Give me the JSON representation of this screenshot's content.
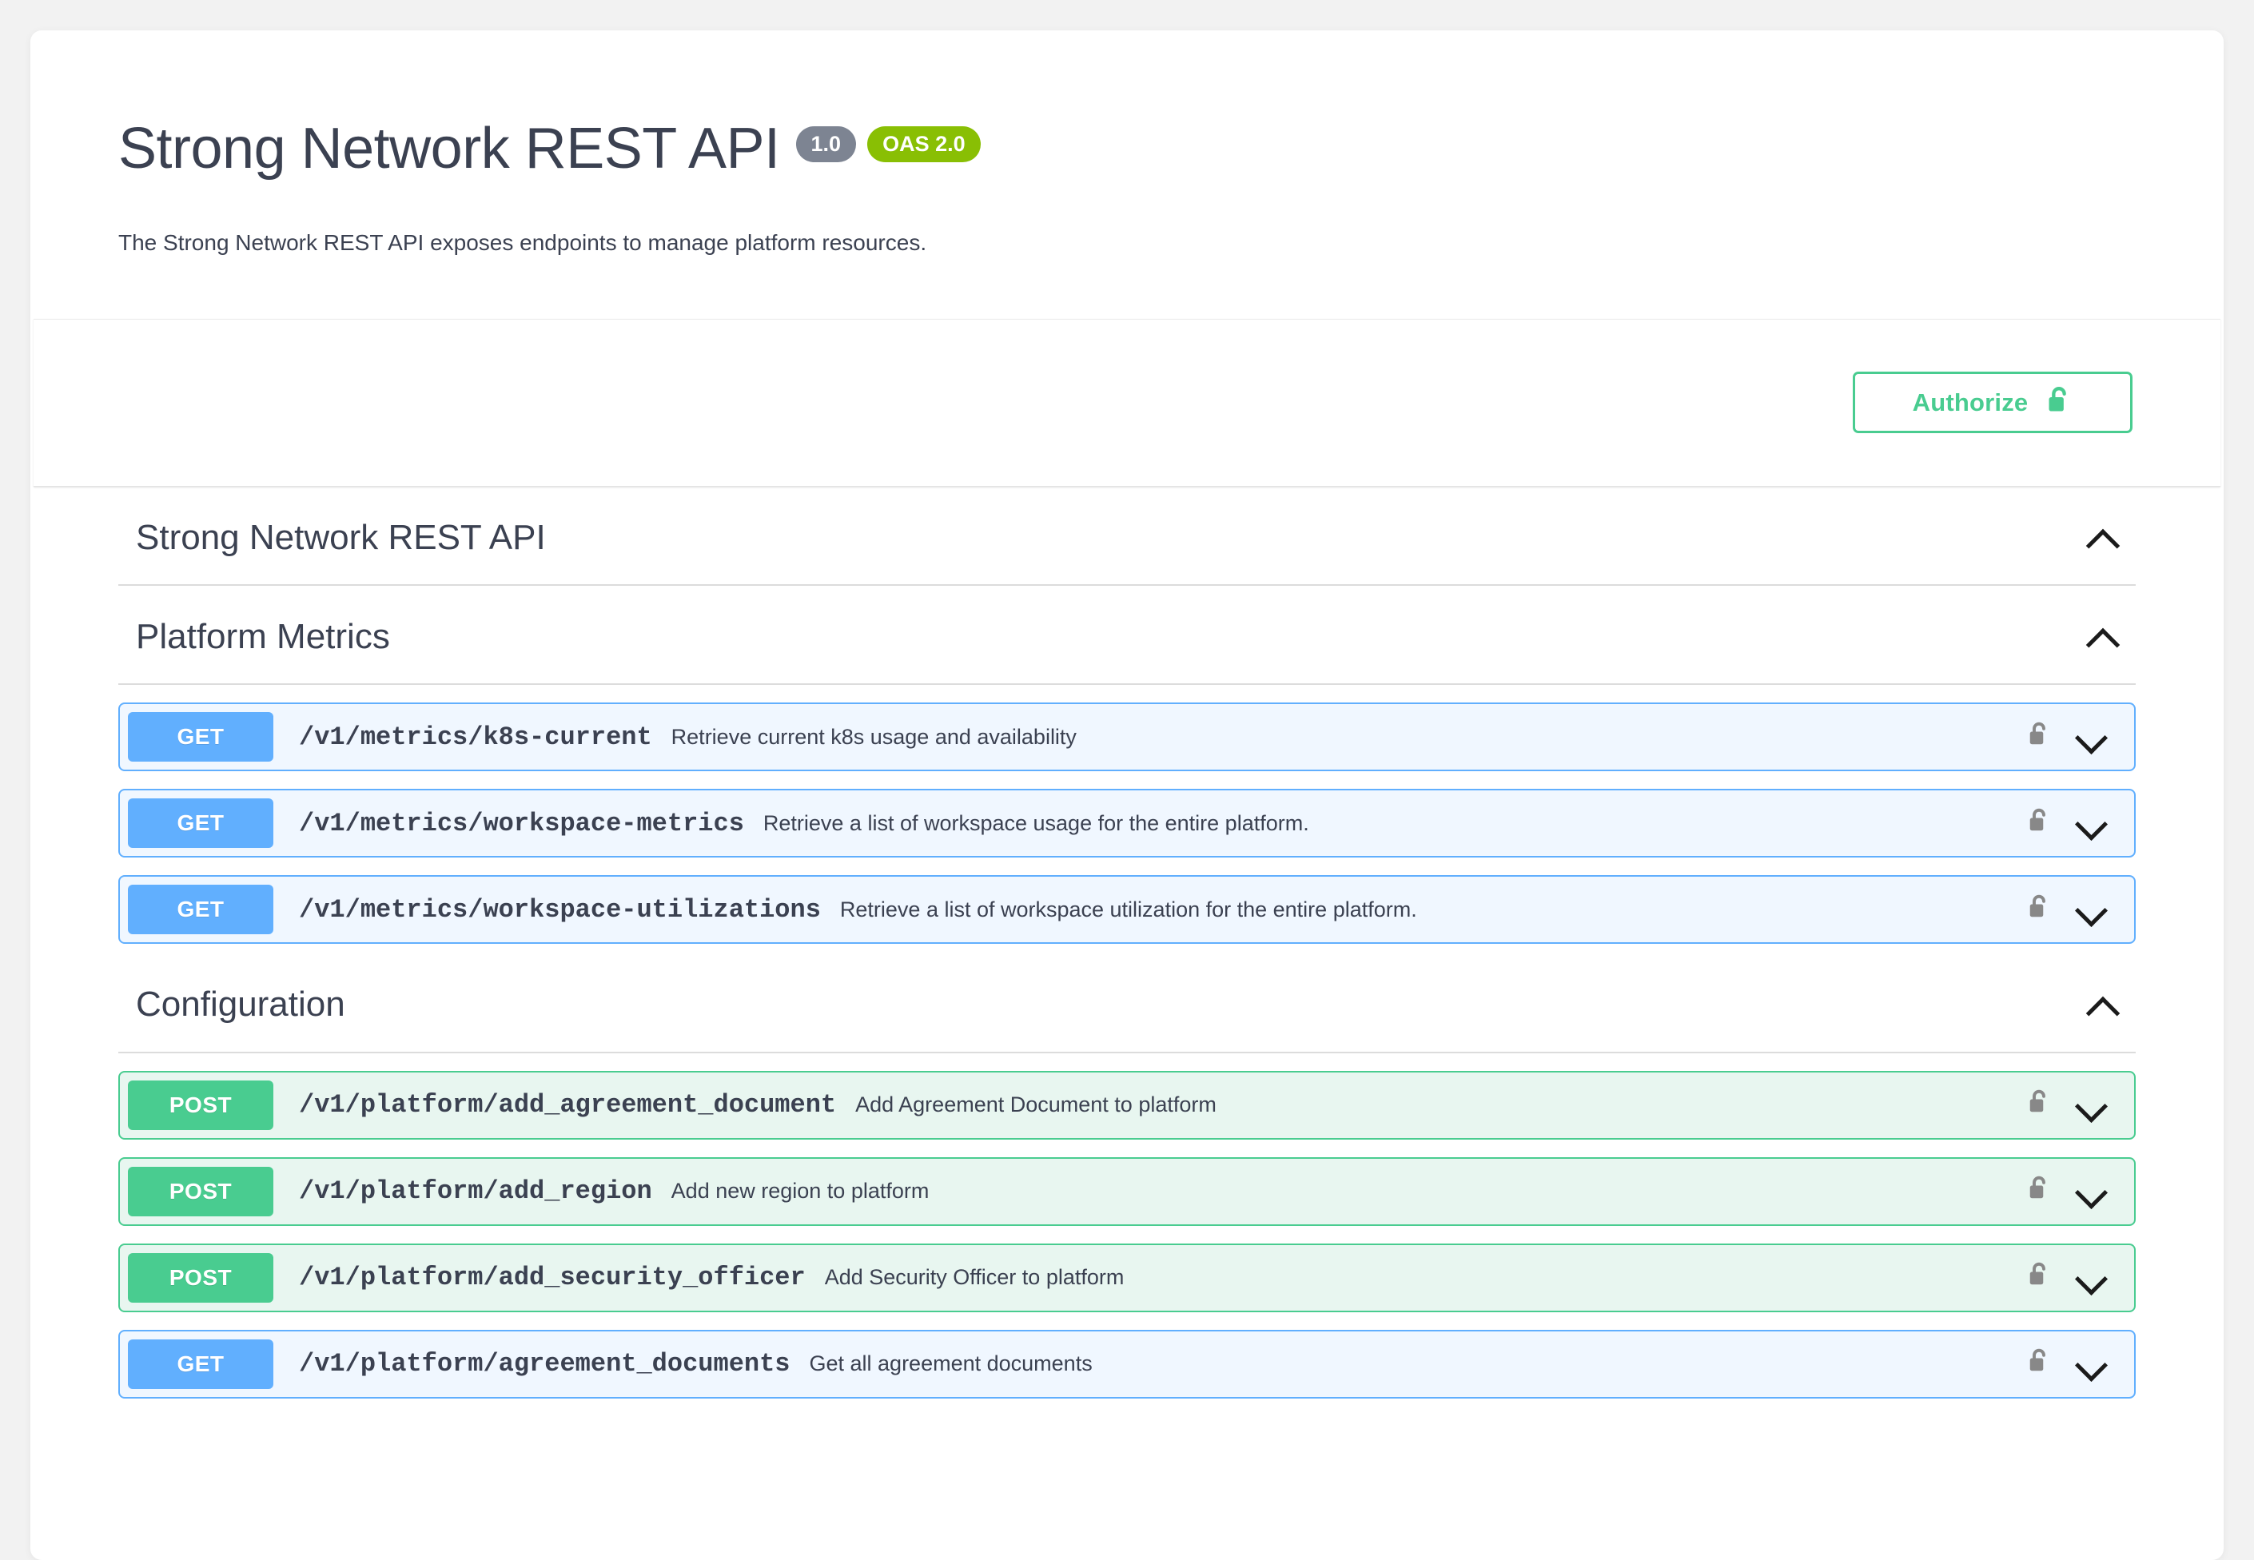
{
  "page": {
    "background_color": "#f2f2f2",
    "card_background": "#ffffff"
  },
  "info": {
    "title": "Strong Network REST API",
    "version_badge": "1.0",
    "spec_badge": "OAS 2.0",
    "description": "The Strong Network REST API exposes endpoints to manage platform resources.",
    "version_badge_color": "#7d8492",
    "spec_badge_color": "#89bf04"
  },
  "auth": {
    "authorize_label": "Authorize",
    "lock_state": "unlocked",
    "accent_color": "#49cc90"
  },
  "sections": [
    {
      "title": "Strong Network REST API",
      "expanded": true,
      "toggle_icon": "chevron-up-icon",
      "operations": []
    },
    {
      "title": "Platform Metrics",
      "expanded": true,
      "toggle_icon": "chevron-up-icon",
      "operations": [
        {
          "method": "GET",
          "path": "/v1/metrics/k8s-current",
          "summary": "Retrieve current k8s usage and availability",
          "lock_state": "unlocked",
          "toggle_icon": "chevron-down-icon"
        },
        {
          "method": "GET",
          "path": "/v1/metrics/workspace-metrics",
          "summary": "Retrieve a list of workspace usage for the entire platform.",
          "lock_state": "unlocked",
          "toggle_icon": "chevron-down-icon"
        },
        {
          "method": "GET",
          "path": "/v1/metrics/workspace-utilizations",
          "summary": "Retrieve a list of workspace utilization for the entire platform.",
          "lock_state": "unlocked",
          "toggle_icon": "chevron-down-icon"
        }
      ]
    },
    {
      "title": "Configuration",
      "expanded": true,
      "toggle_icon": "chevron-up-icon",
      "operations": [
        {
          "method": "POST",
          "path": "/v1/platform/add_agreement_document",
          "summary": "Add Agreement Document to platform",
          "lock_state": "unlocked",
          "toggle_icon": "chevron-down-icon"
        },
        {
          "method": "POST",
          "path": "/v1/platform/add_region",
          "summary": "Add new region to platform",
          "lock_state": "unlocked",
          "toggle_icon": "chevron-down-icon"
        },
        {
          "method": "POST",
          "path": "/v1/platform/add_security_officer",
          "summary": "Add Security Officer to platform",
          "lock_state": "unlocked",
          "toggle_icon": "chevron-down-icon"
        },
        {
          "method": "GET",
          "path": "/v1/platform/agreement_documents",
          "summary": "Get all agreement documents",
          "lock_state": "unlocked",
          "toggle_icon": "chevron-down-icon"
        }
      ]
    }
  ],
  "method_colors": {
    "GET": "#61affe",
    "POST": "#49cc90"
  }
}
